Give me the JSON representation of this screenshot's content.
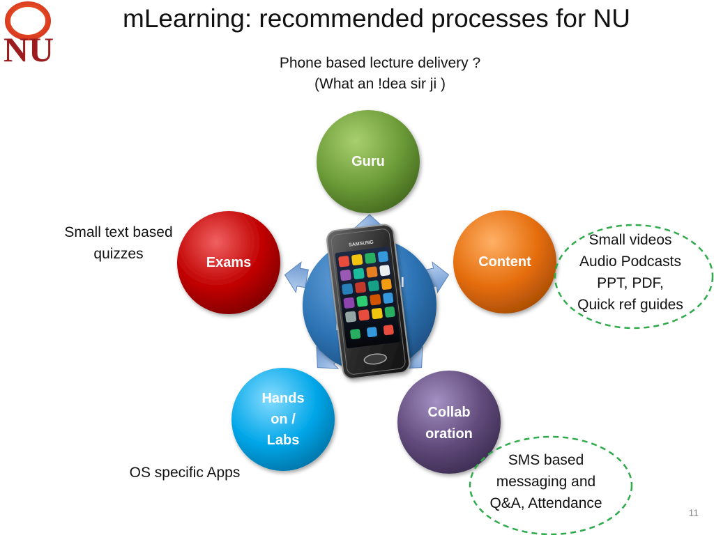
{
  "slide": {
    "title": "mLearning: recommended processes for NU",
    "subtitle_lines": [
      "Phone based lecture delivery ?",
      "(What an !dea sir ji )"
    ],
    "page_number": "11",
    "logo_text": "NU"
  },
  "diagram": {
    "center_label_fragments": [
      "T",
      "al",
      "p"
    ],
    "nodes": [
      {
        "id": "guru",
        "lines": [
          "Guru"
        ],
        "color": "#6b9b37"
      },
      {
        "id": "content",
        "lines": [
          "Content"
        ],
        "color": "#e46c0a"
      },
      {
        "id": "collaboration",
        "lines": [
          "Collab",
          "oration"
        ],
        "color": "#604a7b"
      },
      {
        "id": "hands-on-labs",
        "lines": [
          "Hands",
          "on /",
          "Labs"
        ],
        "color": "#00a6e8"
      },
      {
        "id": "exams",
        "lines": [
          "Exams"
        ],
        "color": "#c00000"
      }
    ],
    "center_color": "#2e75b6",
    "arrow_color": "#8db3e2",
    "callout_border_color": "#2eaa4a"
  },
  "notes": {
    "exams": [
      "Small text based",
      "quizzes"
    ],
    "content": [
      "Small videos",
      "Audio Podcasts",
      "PPT, PDF,",
      "Quick ref guides"
    ],
    "collaboration": [
      "SMS based",
      "messaging and",
      "Q&A, Attendance"
    ],
    "labs": [
      "OS specific Apps"
    ]
  },
  "phone": {
    "brand": "SAMSUNG"
  }
}
